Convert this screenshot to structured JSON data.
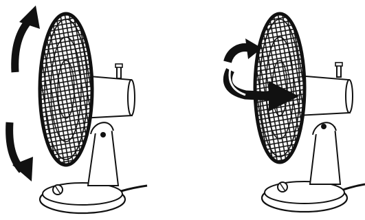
{
  "figure": {
    "background_color": "#ffffff",
    "line_color": "#1a1a1a",
    "panels": [
      {
        "id": "tilt",
        "icons": [
          "table-fan",
          "curved-arrow-up",
          "curved-arrow-down"
        ]
      },
      {
        "id": "oscillate",
        "icons": [
          "table-fan",
          "curved-arrow-rotate-right"
        ]
      }
    ]
  }
}
